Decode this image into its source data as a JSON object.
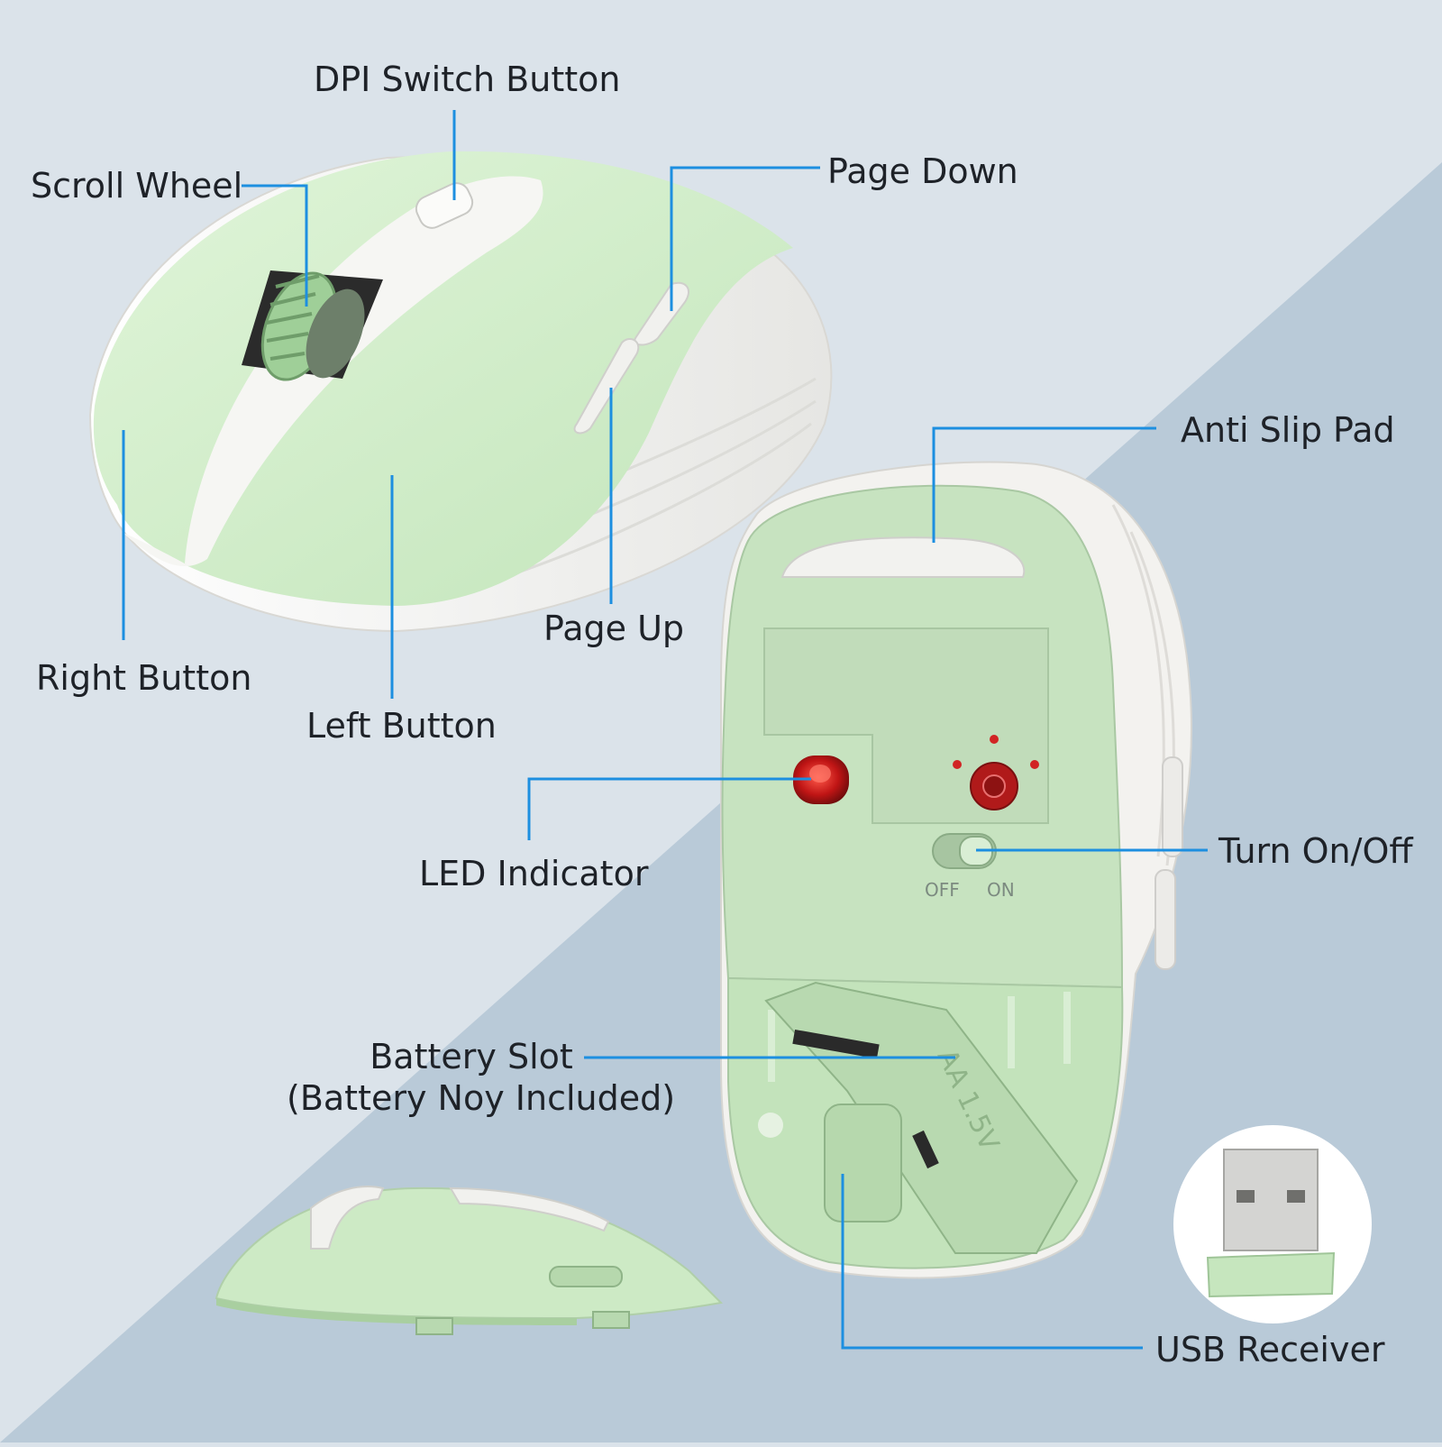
{
  "labels": {
    "dpi_switch": "DPI Switch Button",
    "scroll_wheel": "Scroll Wheel",
    "page_down": "Page Down",
    "page_up": "Page Up",
    "right_button": "Right Button",
    "left_button": "Left Button",
    "anti_slip_pad": "Anti Slip Pad",
    "led_indicator": "LED Indicator",
    "turn_on_off": "Turn On/Off",
    "battery_slot_line1": "Battery Slot",
    "battery_slot_line2": "(Battery Noy Included)",
    "usb_receiver": "USB Receiver"
  },
  "switch": {
    "off": "OFF",
    "on": "ON"
  },
  "battery_marking": "AA 1.5V",
  "colors": {
    "background_light": "#dbe3ea",
    "background_dark": "#b9cad8",
    "callout_line": "#1d8fe0",
    "mouse_green": "#c9e8c2",
    "mouse_white": "#f3f2ef",
    "led_red": "#c81e1e"
  }
}
